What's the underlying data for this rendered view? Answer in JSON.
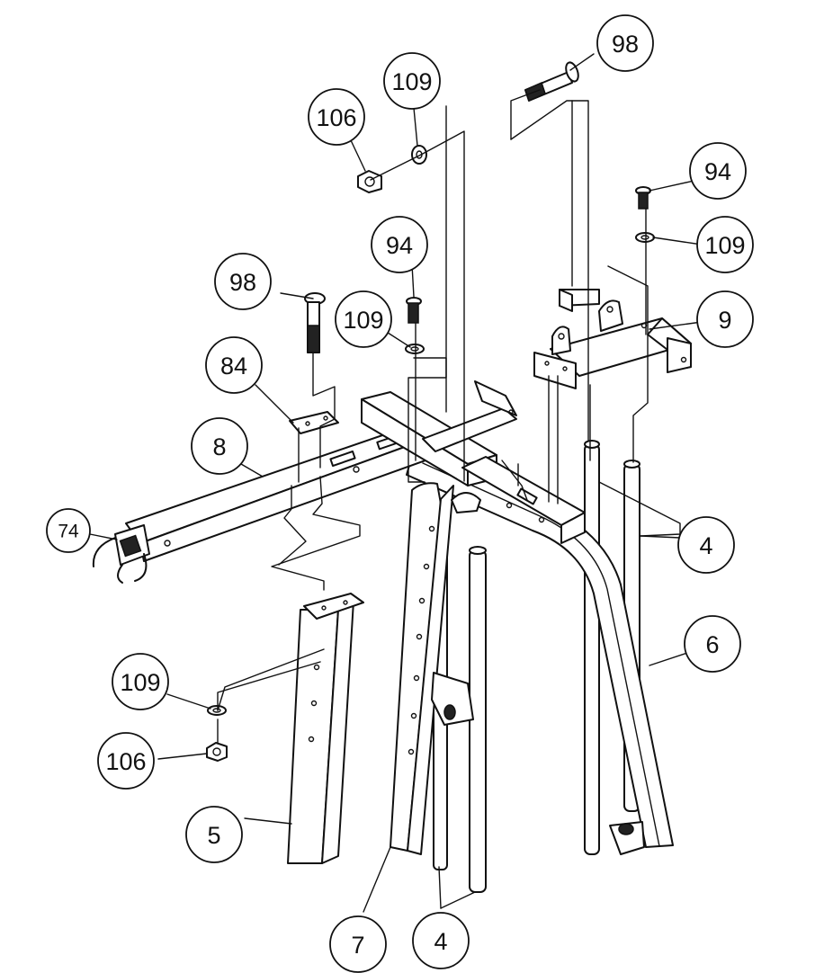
{
  "diagram": {
    "callouts": [
      {
        "id": "c-98-top",
        "label": "98"
      },
      {
        "id": "c-109-top",
        "label": "109"
      },
      {
        "id": "c-106-top",
        "label": "106"
      },
      {
        "id": "c-94-right",
        "label": "94"
      },
      {
        "id": "c-109-right",
        "label": "109"
      },
      {
        "id": "c-94-mid",
        "label": "94"
      },
      {
        "id": "c-98-left",
        "label": "98"
      },
      {
        "id": "c-109-mid",
        "label": "109"
      },
      {
        "id": "c-9",
        "label": "9"
      },
      {
        "id": "c-84",
        "label": "84"
      },
      {
        "id": "c-8",
        "label": "8"
      },
      {
        "id": "c-74",
        "label": "74"
      },
      {
        "id": "c-4-right",
        "label": "4"
      },
      {
        "id": "c-6",
        "label": "6"
      },
      {
        "id": "c-109-low",
        "label": "109"
      },
      {
        "id": "c-106-low",
        "label": "106"
      },
      {
        "id": "c-5",
        "label": "5"
      },
      {
        "id": "c-7",
        "label": "7"
      },
      {
        "id": "c-4-bottom",
        "label": "4"
      }
    ]
  }
}
